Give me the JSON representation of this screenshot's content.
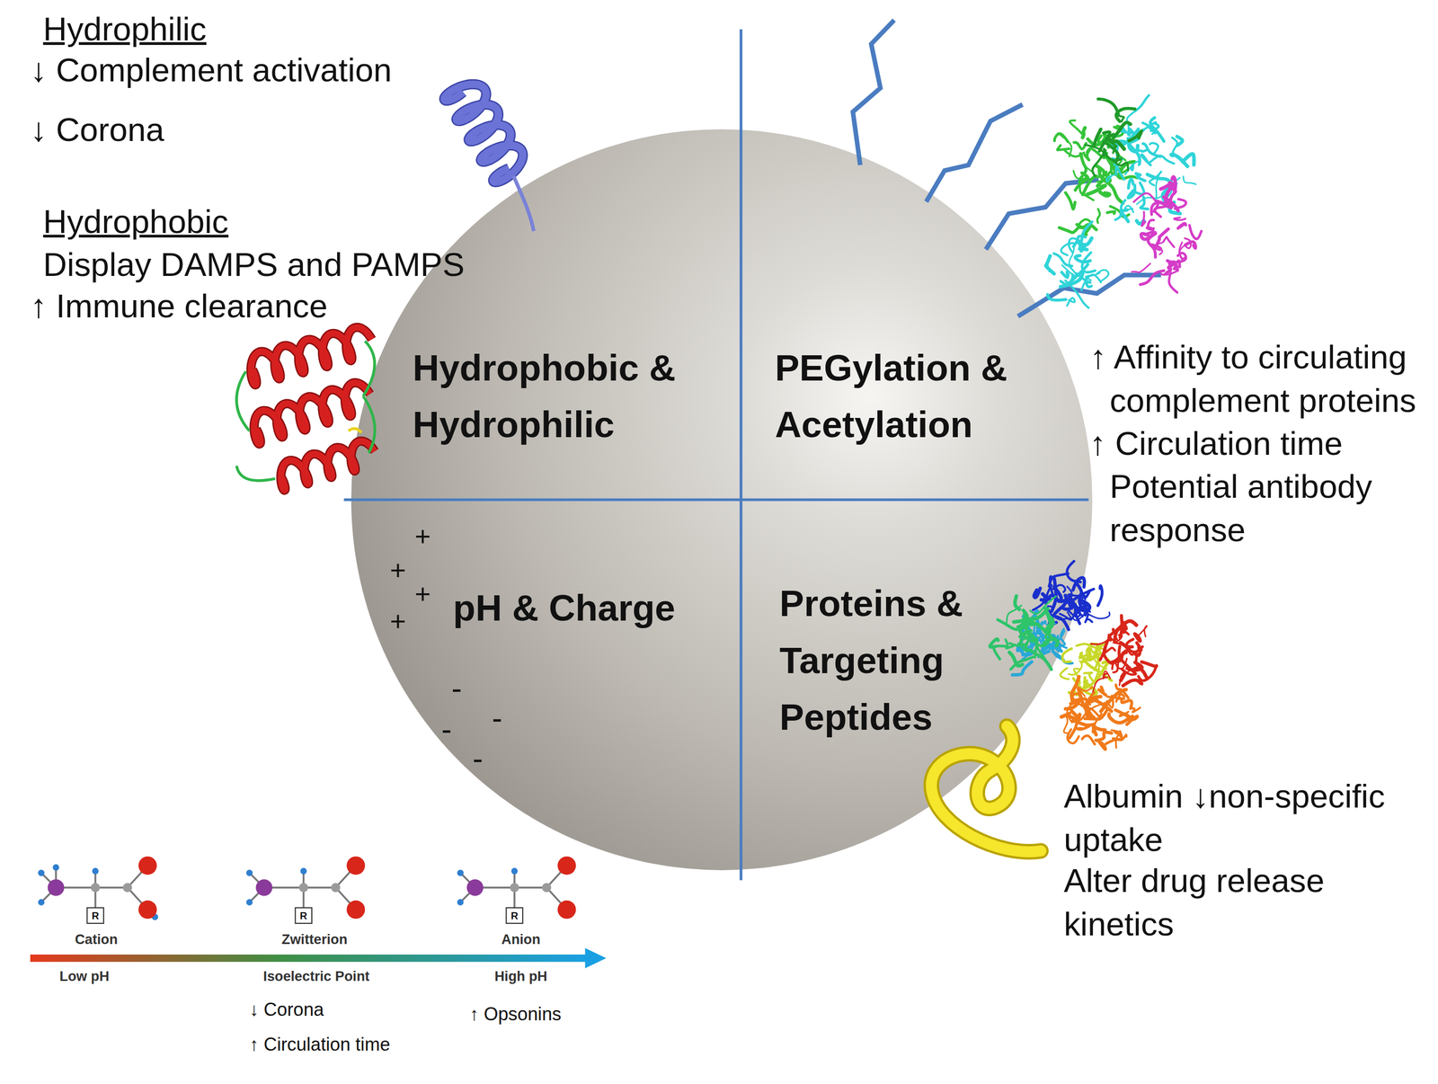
{
  "diagram": {
    "nodes": [
      {
        "text": [
          "Hydrophobic & Hydrophilic"
        ]
      },
      {
        "text": [
          "PEGylation & Acetylation"
        ]
      },
      {
        "text": [
          "pH & Charge"
        ]
      },
      {
        "text": [
          "Proteins & Targeting Peptides"
        ]
      }
    ],
    "labels": [
      "Hydrophilic",
      "↓ Complement activation",
      "↓ Corona",
      "Hydrophobic",
      "Display DAMPS and PAMPS",
      "↑ Immune clearance",
      "↑ Affinity to circulating complement proteins",
      "↑ Circulation time",
      "Potential antibody response",
      "Albumin ↓non-specific uptake",
      "Alter drug release kinetics",
      "+",
      "+",
      "+",
      "+",
      "-",
      "-",
      "-",
      "-",
      "R",
      "Cation",
      "R",
      "Zwitterion",
      "R",
      "Anion",
      "Low pH",
      "Isoelectric Point",
      "High pH",
      "↓ Corona",
      "↑ Circulation time",
      "↑ Opsonins"
    ]
  }
}
